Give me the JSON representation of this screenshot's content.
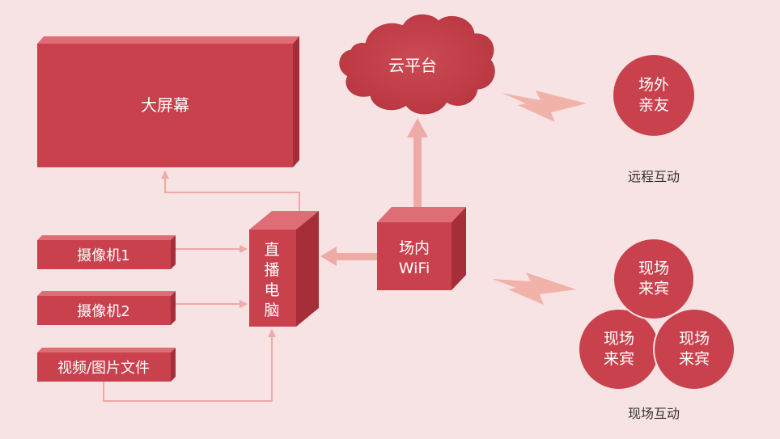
{
  "nodes": {
    "big_screen": "大屏幕",
    "cloud": "云平台",
    "camera1": "摄像机1",
    "camera2": "摄像机2",
    "media_files": "视频/图片文件",
    "pc_line1": "直",
    "pc_line2": "播",
    "pc_line3": "电",
    "pc_line4": "脑",
    "wifi_line1": "场内",
    "wifi_line2": "WiFi",
    "remote_friends_line1": "场外",
    "remote_friends_line2": "亲友",
    "guest_top_line1": "现场",
    "guest_top_line2": "来宾",
    "guest_left_line1": "现场",
    "guest_left_line2": "来宾",
    "guest_right_line1": "现场",
    "guest_right_line2": "来宾"
  },
  "captions": {
    "remote_interaction": "远程互动",
    "onsite_interaction": "现场互动"
  },
  "colors": {
    "box_front": "#c8414c",
    "box_top": "#df6d76",
    "box_side": "#a52e38",
    "circle": "#c8414c",
    "connector": "#eeaaa4",
    "background": "#f8e3e4"
  }
}
